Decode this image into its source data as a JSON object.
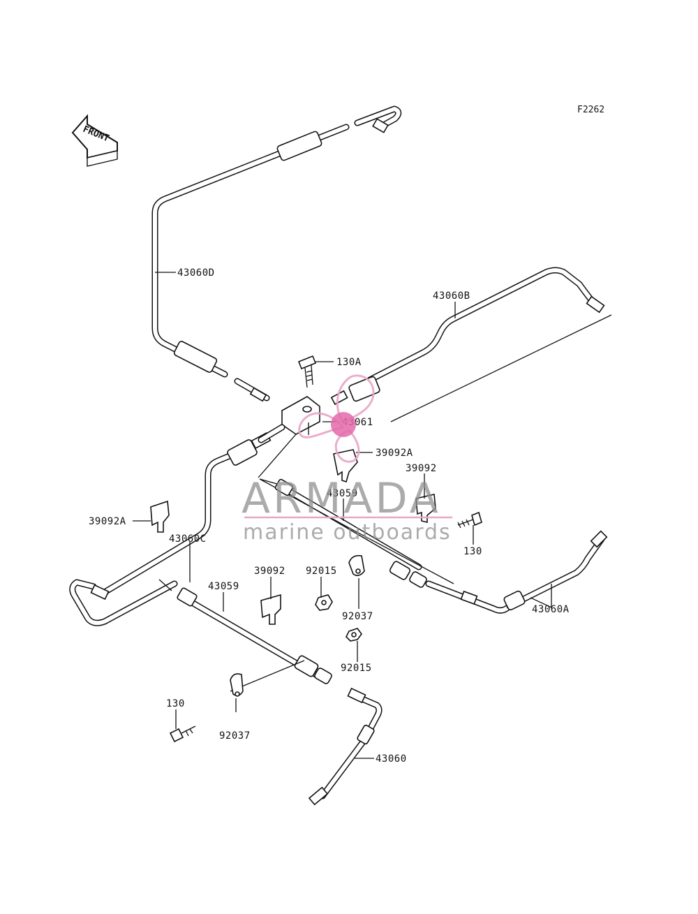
{
  "diagram": {
    "figure_ref": "F2262",
    "front_label": "FRONT",
    "parts": {
      "p43060D": "43060D",
      "p43060B": "43060B",
      "p130A": "130A",
      "p43061": "43061",
      "p39092A_top": "39092A",
      "p39092_top": "39092",
      "p43059_top": "43059",
      "p39092A_left": "39092A",
      "p43060C": "43060C",
      "p130_right": "130",
      "p39092_mid": "39092",
      "p92015_top": "92015",
      "p43059_bottom": "43059",
      "p92037_top": "92037",
      "p43060A": "43060A",
      "p92015_bottom": "92015",
      "p130_left": "130",
      "p92037_bottom": "92037",
      "p43060": "43060"
    }
  },
  "watermark": {
    "brand": "ARMADA",
    "tagline": "marine outboards",
    "colors": {
      "primary": "#e8a6c6",
      "dot": "#e36aa9",
      "text": "#8f8f8f"
    }
  }
}
